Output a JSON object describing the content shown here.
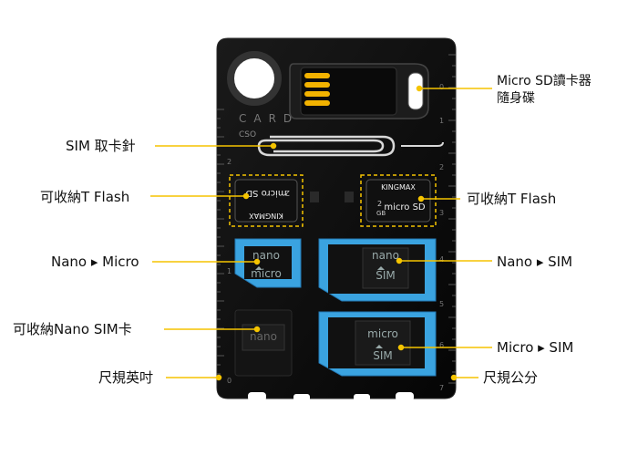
{
  "card": {
    "brand": "CARD",
    "code": "CSO",
    "ruler_left": [
      "0",
      "1",
      "2"
    ],
    "ruler_right": [
      "0",
      "1",
      "2",
      "3",
      "4",
      "5",
      "6",
      "7"
    ]
  },
  "microsd_chip": {
    "brand": "KINGMAX",
    "capacity": "2",
    "unit": "GB",
    "logo": "micro SD"
  },
  "adapters": {
    "nano_micro": {
      "top": "nano",
      "bottom": "micro"
    },
    "nano_sim": {
      "top": "nano",
      "bottom": "SIM"
    },
    "nano_slot": {
      "top": "nano"
    },
    "micro_sim": {
      "top": "micro",
      "bottom": "SIM"
    }
  },
  "callouts": {
    "microsd_reader": "Micro SD讀卡器\n隨身碟",
    "sim_pin": "SIM 取卡針",
    "tflash_left": "可收納T Flash",
    "tflash_right": "可收納T Flash",
    "nano_micro": "Nano ▸ Micro",
    "nano_sim": "Nano ▸ SIM",
    "nano_sim_holder": "可收納Nano SIM卡",
    "micro_sim": "Micro ▸ SIM",
    "ruler_inch": "尺規英吋",
    "ruler_cm": "尺規公分"
  },
  "colors": {
    "card": "#0d0d0d",
    "adapter_blue": "#3aa3e0",
    "leader": "#f5c400",
    "gold": "#f2b200"
  }
}
